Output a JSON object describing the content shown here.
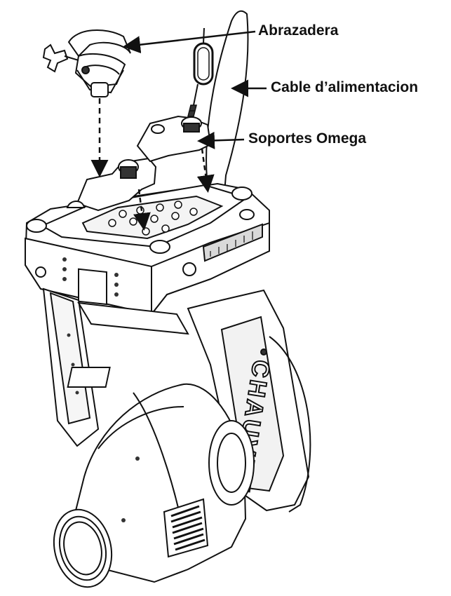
{
  "callouts": {
    "clamp": "Abrazadera",
    "power_cable": "Cable d’alimentacion",
    "omega_brackets": "Soportes Omega"
  },
  "fixture": {
    "brand": "CHAUVET"
  },
  "colors": {
    "line": "#111111",
    "fill": "#ffffff",
    "shade": "#d9d9d9",
    "dark": "#333333"
  }
}
